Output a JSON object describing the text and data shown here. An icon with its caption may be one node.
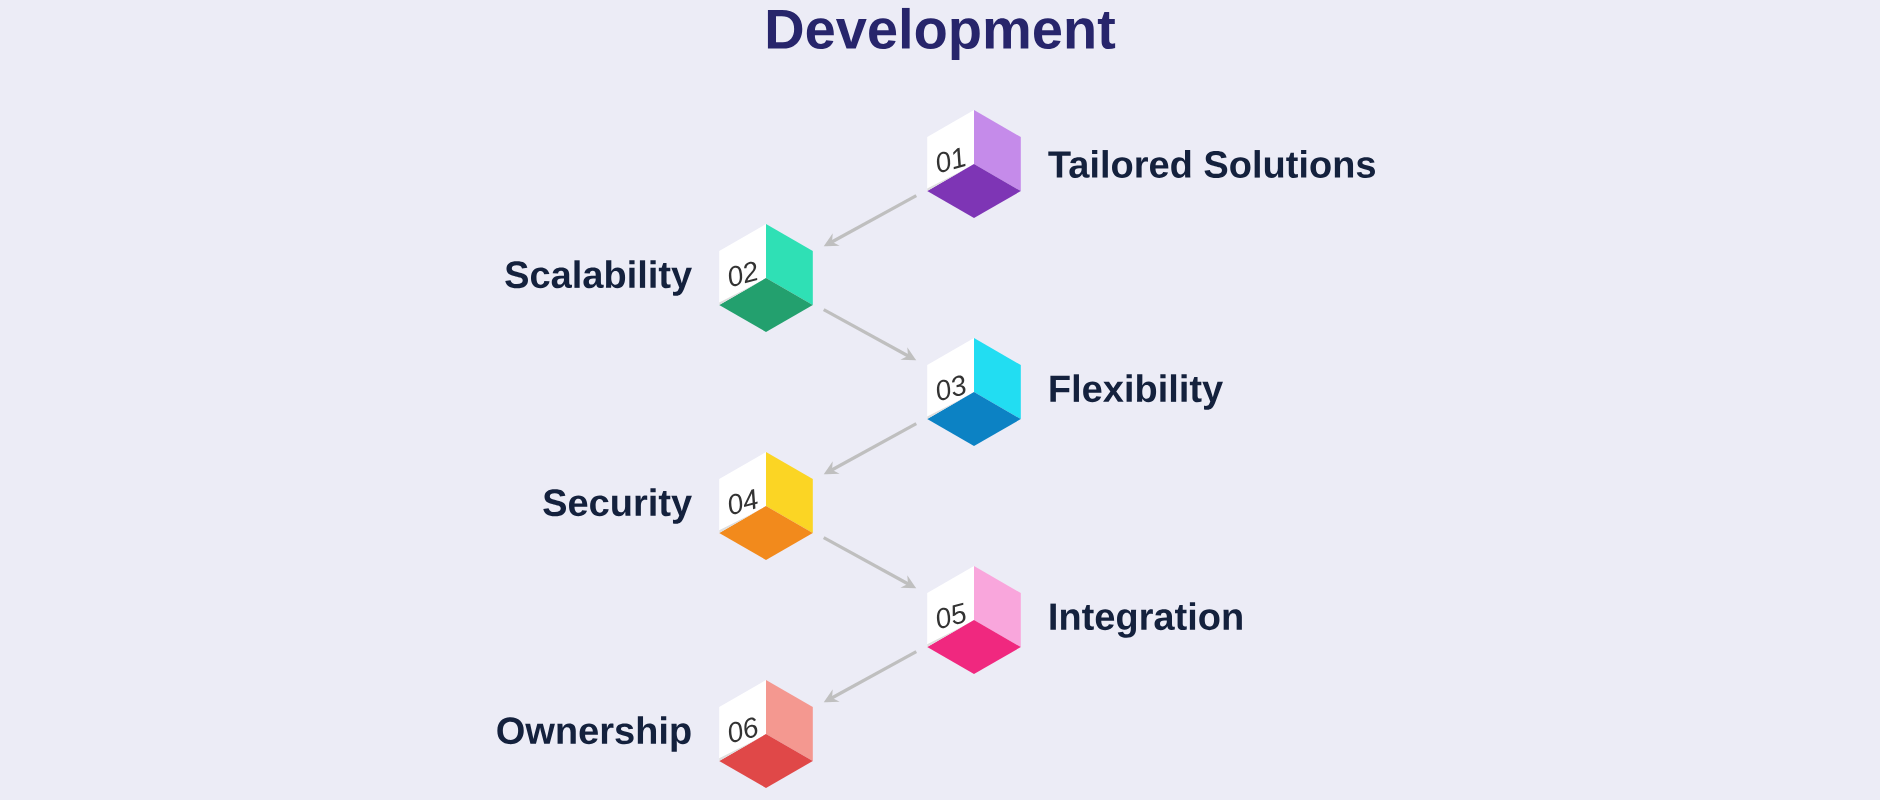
{
  "diagram": {
    "title": "Development",
    "nodes": [
      {
        "text": [
          "01"
        ],
        "beside": [
          "Tailored Solutions"
        ]
      },
      {
        "text": [
          "02"
        ],
        "beside": [
          "Scalability"
        ]
      },
      {
        "text": [
          "03"
        ],
        "beside": [
          "Flexibility"
        ]
      },
      {
        "text": [
          "04"
        ],
        "beside": [
          "Security"
        ]
      },
      {
        "text": [
          "05"
        ],
        "beside": [
          "Integration"
        ]
      },
      {
        "text": [
          "06"
        ],
        "beside": [
          "Ownership"
        ]
      }
    ],
    "edges": [
      {
        "from": 0,
        "to": 1,
        "arrow": "to"
      },
      {
        "from": 1,
        "to": 2,
        "arrow": "to"
      },
      {
        "from": 2,
        "to": 3,
        "arrow": "to"
      },
      {
        "from": 3,
        "to": 4,
        "arrow": "to"
      },
      {
        "from": 4,
        "to": 5,
        "arrow": "to"
      }
    ]
  }
}
